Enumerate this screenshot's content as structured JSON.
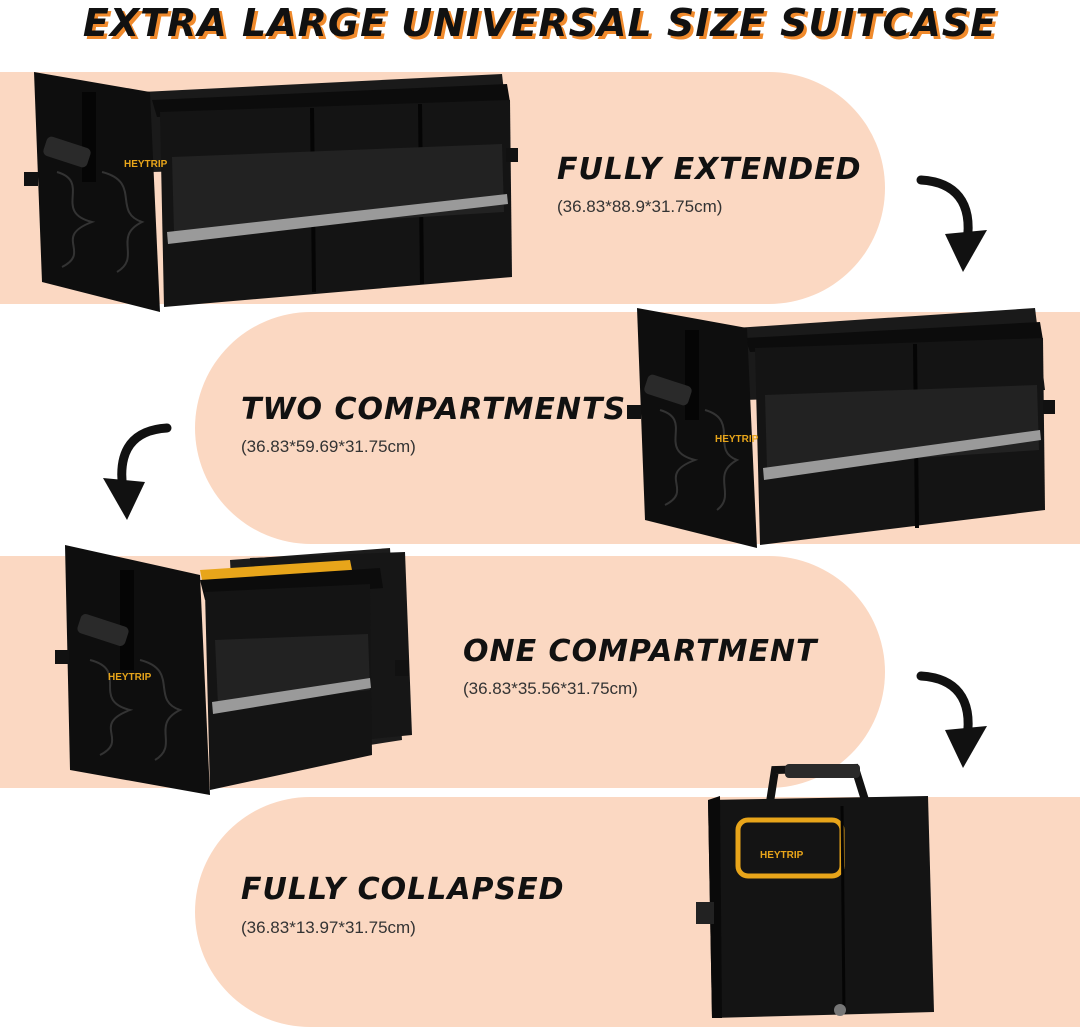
{
  "title": "EXTRA LARGE UNIVERSAL SIZE SUITCASE",
  "brand": "HEYTRIP",
  "colors": {
    "band": "#fbd8c2",
    "accent": "#f08a2c",
    "bag": "#121212",
    "trim": "#e8a51a"
  },
  "steps": [
    {
      "label": "FULLY EXTENDED",
      "dimensions": "(36.83*88.9*31.75cm)"
    },
    {
      "label": "TWO COMPARTMENTS",
      "dimensions": "(36.83*59.69*31.75cm)"
    },
    {
      "label": "ONE COMPARTMENT",
      "dimensions": "(36.83*35.56*31.75cm)"
    },
    {
      "label": "FULLY COLLAPSED",
      "dimensions": "(36.83*13.97*31.75cm)"
    }
  ],
  "icons": [
    "curved-arrow-down-icon"
  ]
}
